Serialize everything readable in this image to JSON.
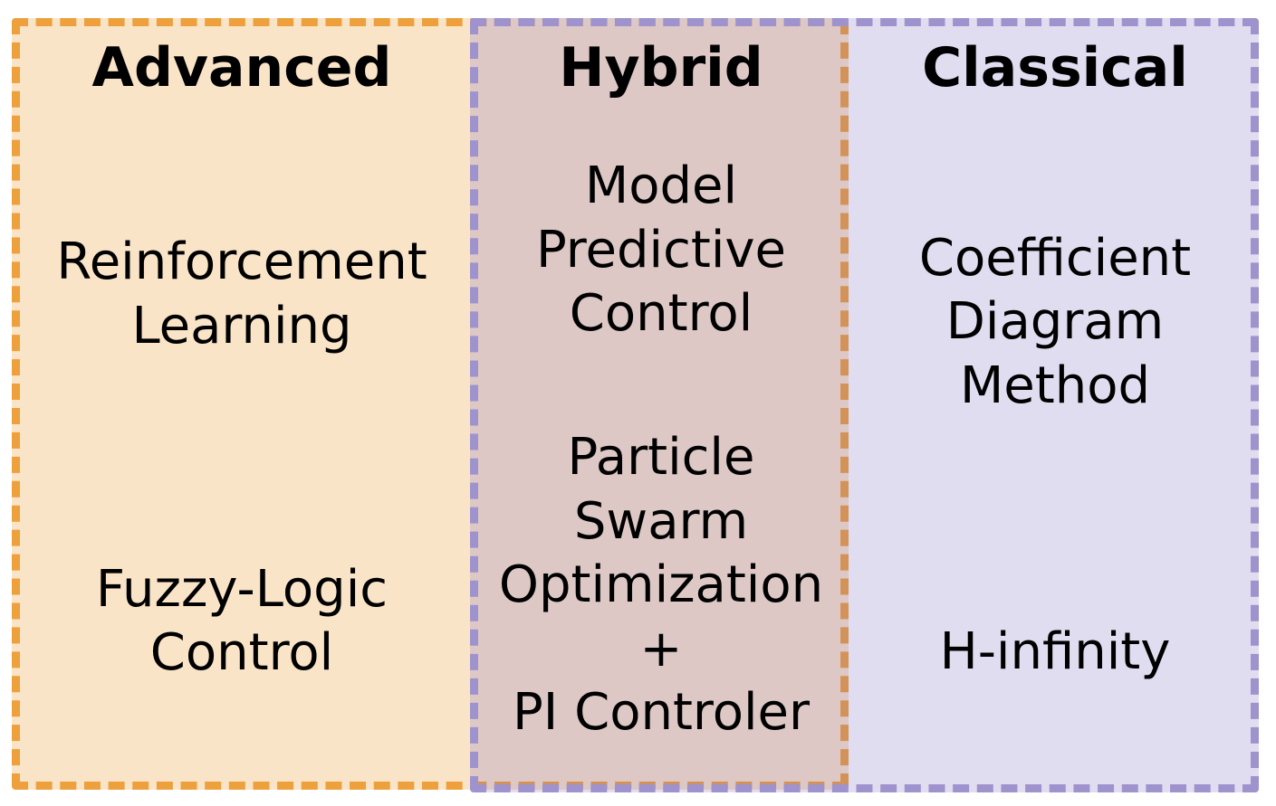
{
  "figure": {
    "kind": "venn-style-overlapping-category-diagram",
    "background_color": "#ffffff"
  },
  "groups": [
    {
      "id": "advanced-hybrid",
      "name": "advanced-hybrid-set",
      "border_color": "#eda03c",
      "border_style": "dashed",
      "fill_color": "#f9e1c2"
    },
    {
      "id": "hybrid-classical",
      "name": "hybrid-classical-set",
      "border_color": "#9e93cc",
      "border_style": "dashed",
      "fill_color": "#ddd8ec"
    }
  ],
  "overlap": {
    "name": "advanced-and-classical-overlap",
    "fill_color": "#dcc6c6"
  },
  "columns": [
    {
      "id": "advanced",
      "title": "Advanced",
      "items": [
        {
          "lines": [
            "Reinforcement",
            "Learning"
          ]
        },
        {
          "lines": [
            "Fuzzy-Logic",
            "Control"
          ]
        }
      ]
    },
    {
      "id": "hybrid",
      "title": "Hybrid",
      "items": [
        {
          "lines": [
            "Model",
            "Predictive",
            "Control"
          ]
        },
        {
          "lines": [
            "Particle",
            "Swarm",
            "Optimization",
            "+",
            "PI Controler"
          ]
        }
      ]
    },
    {
      "id": "classical",
      "title": "Classical",
      "items": [
        {
          "lines": [
            "Coefficient",
            "Diagram",
            "Method"
          ]
        },
        {
          "lines": [
            "H-infinity"
          ]
        }
      ]
    }
  ]
}
